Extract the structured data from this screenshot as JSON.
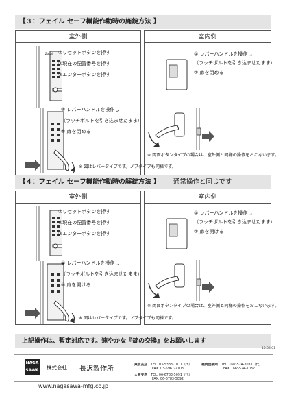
{
  "sec1": {
    "title": "【３：フェイル セーフ機能作動時の施錠方法 】",
    "outside_label": "室外側",
    "inside_label": "室内側",
    "outside_steps_a": [
      "①リセットボタンを押す",
      "②現在の配置番号を押す",
      "③エンターボタンを押す"
    ],
    "outside_steps_b": [
      "④ レバーハンドルを操作し",
      "（ラッチボルトを引き込ませたまま）",
      "⑤ 扉を閉める"
    ],
    "inside_steps": [
      "① レバーハンドルを操作し",
      "（ラッチボルトを引き込ませたまま）",
      "② 扉を閉める"
    ],
    "inside_note": "※ 両面ボタンタイプの場合は、室外側と同様の操作をおこないます。",
    "bottom_note": "※ 図はレバータイプです。ノブタイプも同様です。"
  },
  "sec2": {
    "title": "【４：フェイル セーフ機能作動時の解錠方法 】",
    "title_aux": "通常操作と同じです",
    "outside_label": "室外側",
    "inside_label": "室内側",
    "outside_steps_a": [
      "①リセットボタンを押す",
      "②現在の配置番号を押す",
      "③エンターボタンを押す"
    ],
    "outside_steps_b": [
      "④ レバーハンドルを操作し",
      "（ラッチボルトを引き込ませたまま）",
      "⑤ 扉を開ける"
    ],
    "inside_steps": [
      "① レバーハンドルを操作し",
      "（ラッチボルトを引き込ませたまま）",
      "② 扉を開ける"
    ],
    "inside_note": "※ 両面ボタンタイプの場合は、室外側と同様の操作をおこないます。",
    "bottom_note": "※ 図はレバータイプです。ノブタイプも同様です。"
  },
  "banner": "上記操作は、暫定対応です。速やかな『錠の交換』をお願いします",
  "doc_id": "15.04.01",
  "footer": {
    "logo_lines": [
      "NAGA",
      "SAWA"
    ],
    "company_prefix": "株式会社",
    "company_name": "長沢製作所",
    "url": "www.nagasawa-mfg.co.jp",
    "offices": [
      {
        "name": "東京支店",
        "tel": "TEL. 03-5383-1011（代）",
        "fax": "FAX. 03-5967-2103"
      },
      {
        "name": "大阪支店",
        "tel": "TEL. 06-6783-5091（代）",
        "fax": "FAX. 06-6783-5092"
      },
      {
        "name": "福岡出張所",
        "tel": "TEL. 092-524-7031（代）",
        "fax": "FAX. 092-524-7032"
      }
    ]
  },
  "illustration_labels": {
    "lock_brand": "Zacal"
  },
  "colors": {
    "section_bg": "#e4e4e4",
    "border": "#555555",
    "arrow": "#333333"
  }
}
